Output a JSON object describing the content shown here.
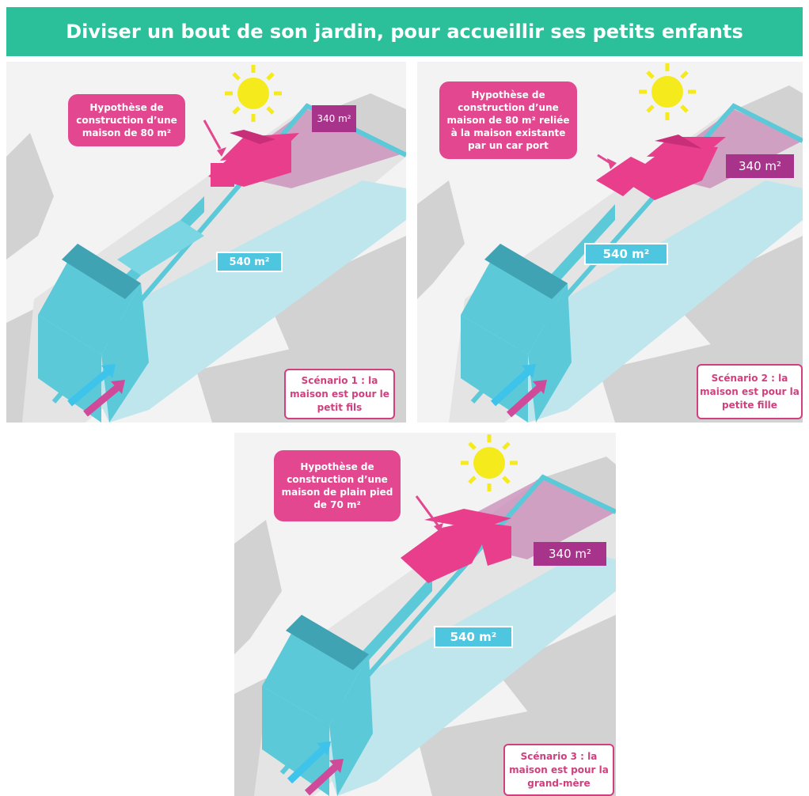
{
  "title": "Diviser un bout de son jardin, pour accueillir ses petits enfants",
  "colors": {
    "banner": "#2bbf9a",
    "existing_house": "#5cc9d9",
    "new_house": "#e83e8c",
    "garden_existing": "#bfe6ec",
    "garden_new": "#c98ab8",
    "label_hypothesis": "#e2478f",
    "label_scenario_border": "#d0407e",
    "label_area_blue": "#4fc6e0",
    "label_area_purple": "#a8338a",
    "sun": "#f4ea1c",
    "arrow_blue": "#3ec3ea",
    "arrow_pink": "#d04a9a"
  },
  "scenarios": [
    {
      "hypothesis": "Hypothèse de construction d’une maison de 80 m²",
      "scenario": "Scénario 1 : la maison est pour le petit fils",
      "area_existing": "540 m²",
      "area_new": "340 m²"
    },
    {
      "hypothesis": "Hypothèse de construction d’une maison de 80 m² reliée à la maison existante par un car port",
      "scenario": "Scénario 2 : la maison est pour la petite fille",
      "area_existing": "540 m²",
      "area_new": "340 m²"
    },
    {
      "hypothesis": "Hypothèse de construction d’une maison de plain pied de 70 m²",
      "scenario": "Scénario 3 : la maison est pour la grand-mère",
      "area_existing": "540 m²",
      "area_new": "340 m²"
    }
  ]
}
